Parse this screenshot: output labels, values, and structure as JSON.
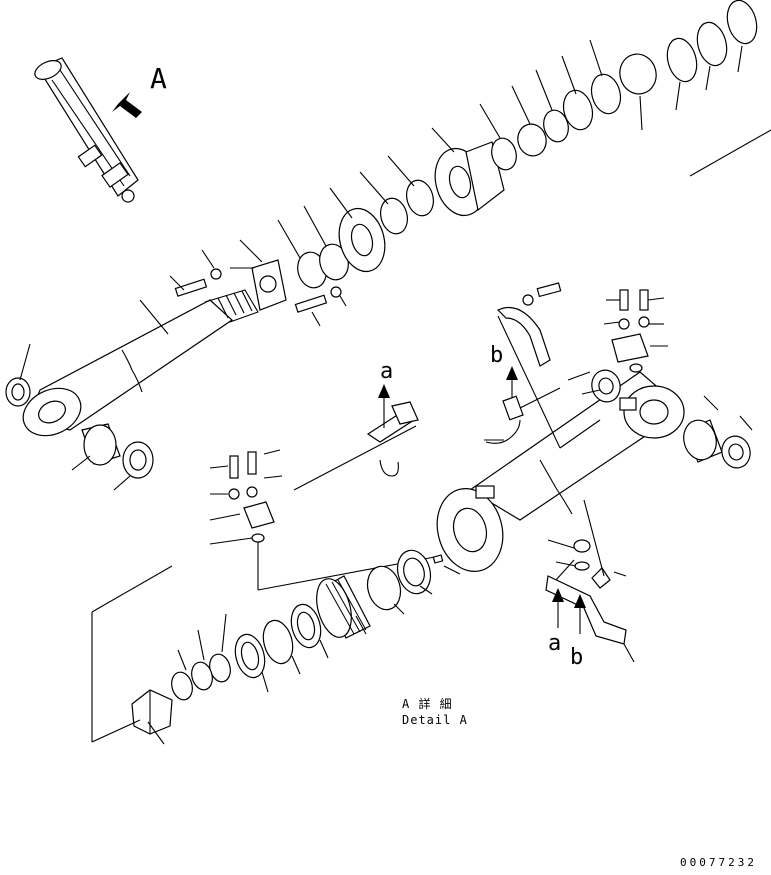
{
  "diagram": {
    "view_label": "A",
    "callout_a": "a",
    "callout_b": "b",
    "detail_caption_jp": "A 詳 細",
    "detail_caption_en": "Detail A",
    "document_number": "00077232"
  }
}
